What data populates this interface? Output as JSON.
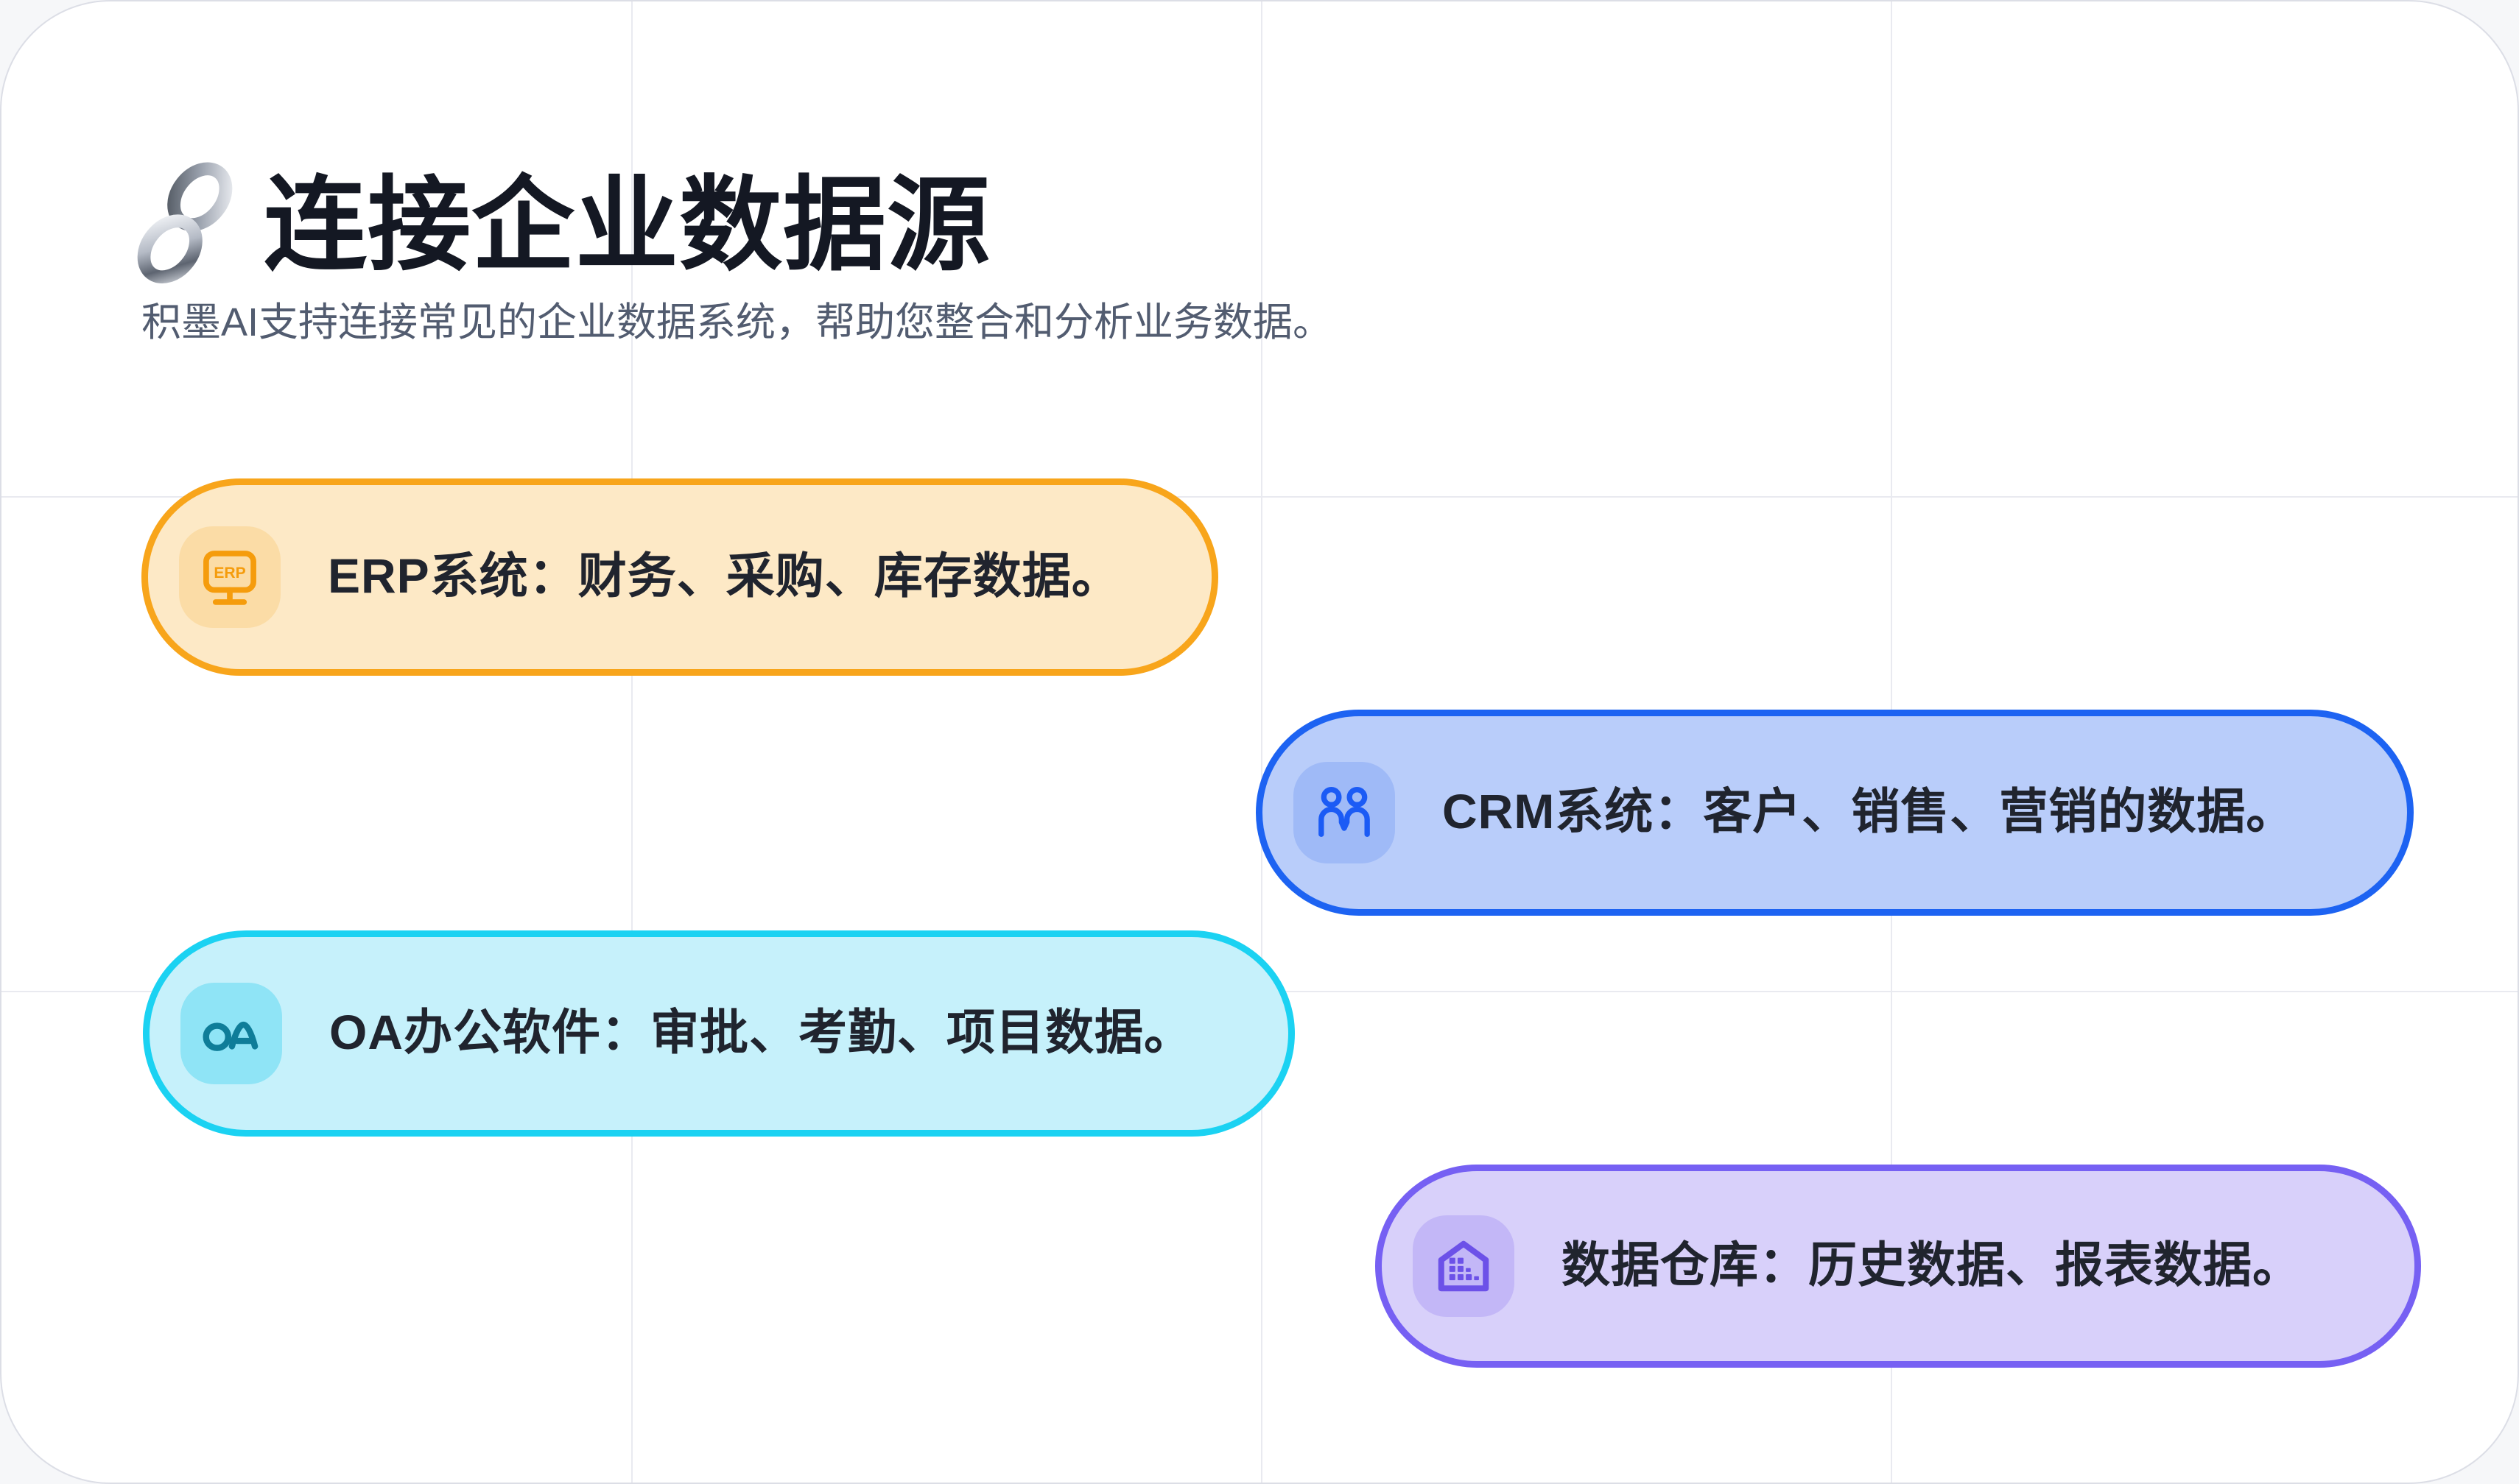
{
  "page": {
    "header": {
      "icon": "link-chain-icon",
      "title": "连接企业数据源",
      "subtitle": "积墨AI支持连接常见的企业数据系统，帮助您整合和分析业务数据。"
    },
    "cards": [
      {
        "icon": "erp-monitor-icon",
        "icon_text": "ERP",
        "label": "ERP系统：财务、采购、库存数据。",
        "border_color": "#F8A51B",
        "fill_color": "#FDE9C6",
        "icon_bg_color": "#FBDCA6",
        "icon_color": "#F59C0C"
      },
      {
        "icon": "crm-users-icon",
        "label": "CRM系统：客户、销售、营销的数据。",
        "border_color": "#1D63F2",
        "fill_color": "#B9CDFA",
        "icon_bg_color": "#9FBAF7",
        "icon_color": "#1B5BF5"
      },
      {
        "icon": "oa-logo-icon",
        "label": "OA办公软件：审批、考勤、项目数据。",
        "border_color": "#1BD2F2",
        "fill_color": "#C6F1FB",
        "icon_bg_color": "#8FE4F6",
        "icon_color": "#0F7D99"
      },
      {
        "icon": "warehouse-building-icon",
        "label": "数据仓库：历史数据、报表数据。",
        "border_color": "#7660F3",
        "fill_color": "#D8D0FA",
        "icon_bg_color": "#C3B7F7",
        "icon_color": "#6C51E8"
      }
    ]
  }
}
